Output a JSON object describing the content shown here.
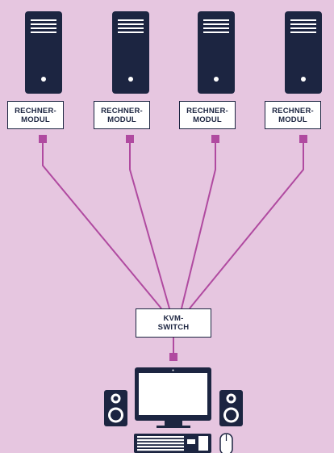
{
  "colors": {
    "background": "#e6c6e0",
    "tower": "#1c2541",
    "connector": "#b04aa0",
    "label_border": "#1c2541",
    "label_fill": "#ffffff"
  },
  "modules": [
    {
      "label": "RECHNER-\nMODUL"
    },
    {
      "label": "RECHNER-\nMODUL"
    },
    {
      "label": "RECHNER-\nMODUL"
    },
    {
      "label": "RECHNER-\nMODUL"
    }
  ],
  "kvm_switch": {
    "label": "KVM-\nSWITCH"
  },
  "icons": {
    "computer": "computer-tower-icon",
    "monitor": "monitor-icon",
    "speaker": "speaker-icon",
    "keyboard": "keyboard-icon",
    "mouse": "mouse-icon"
  }
}
